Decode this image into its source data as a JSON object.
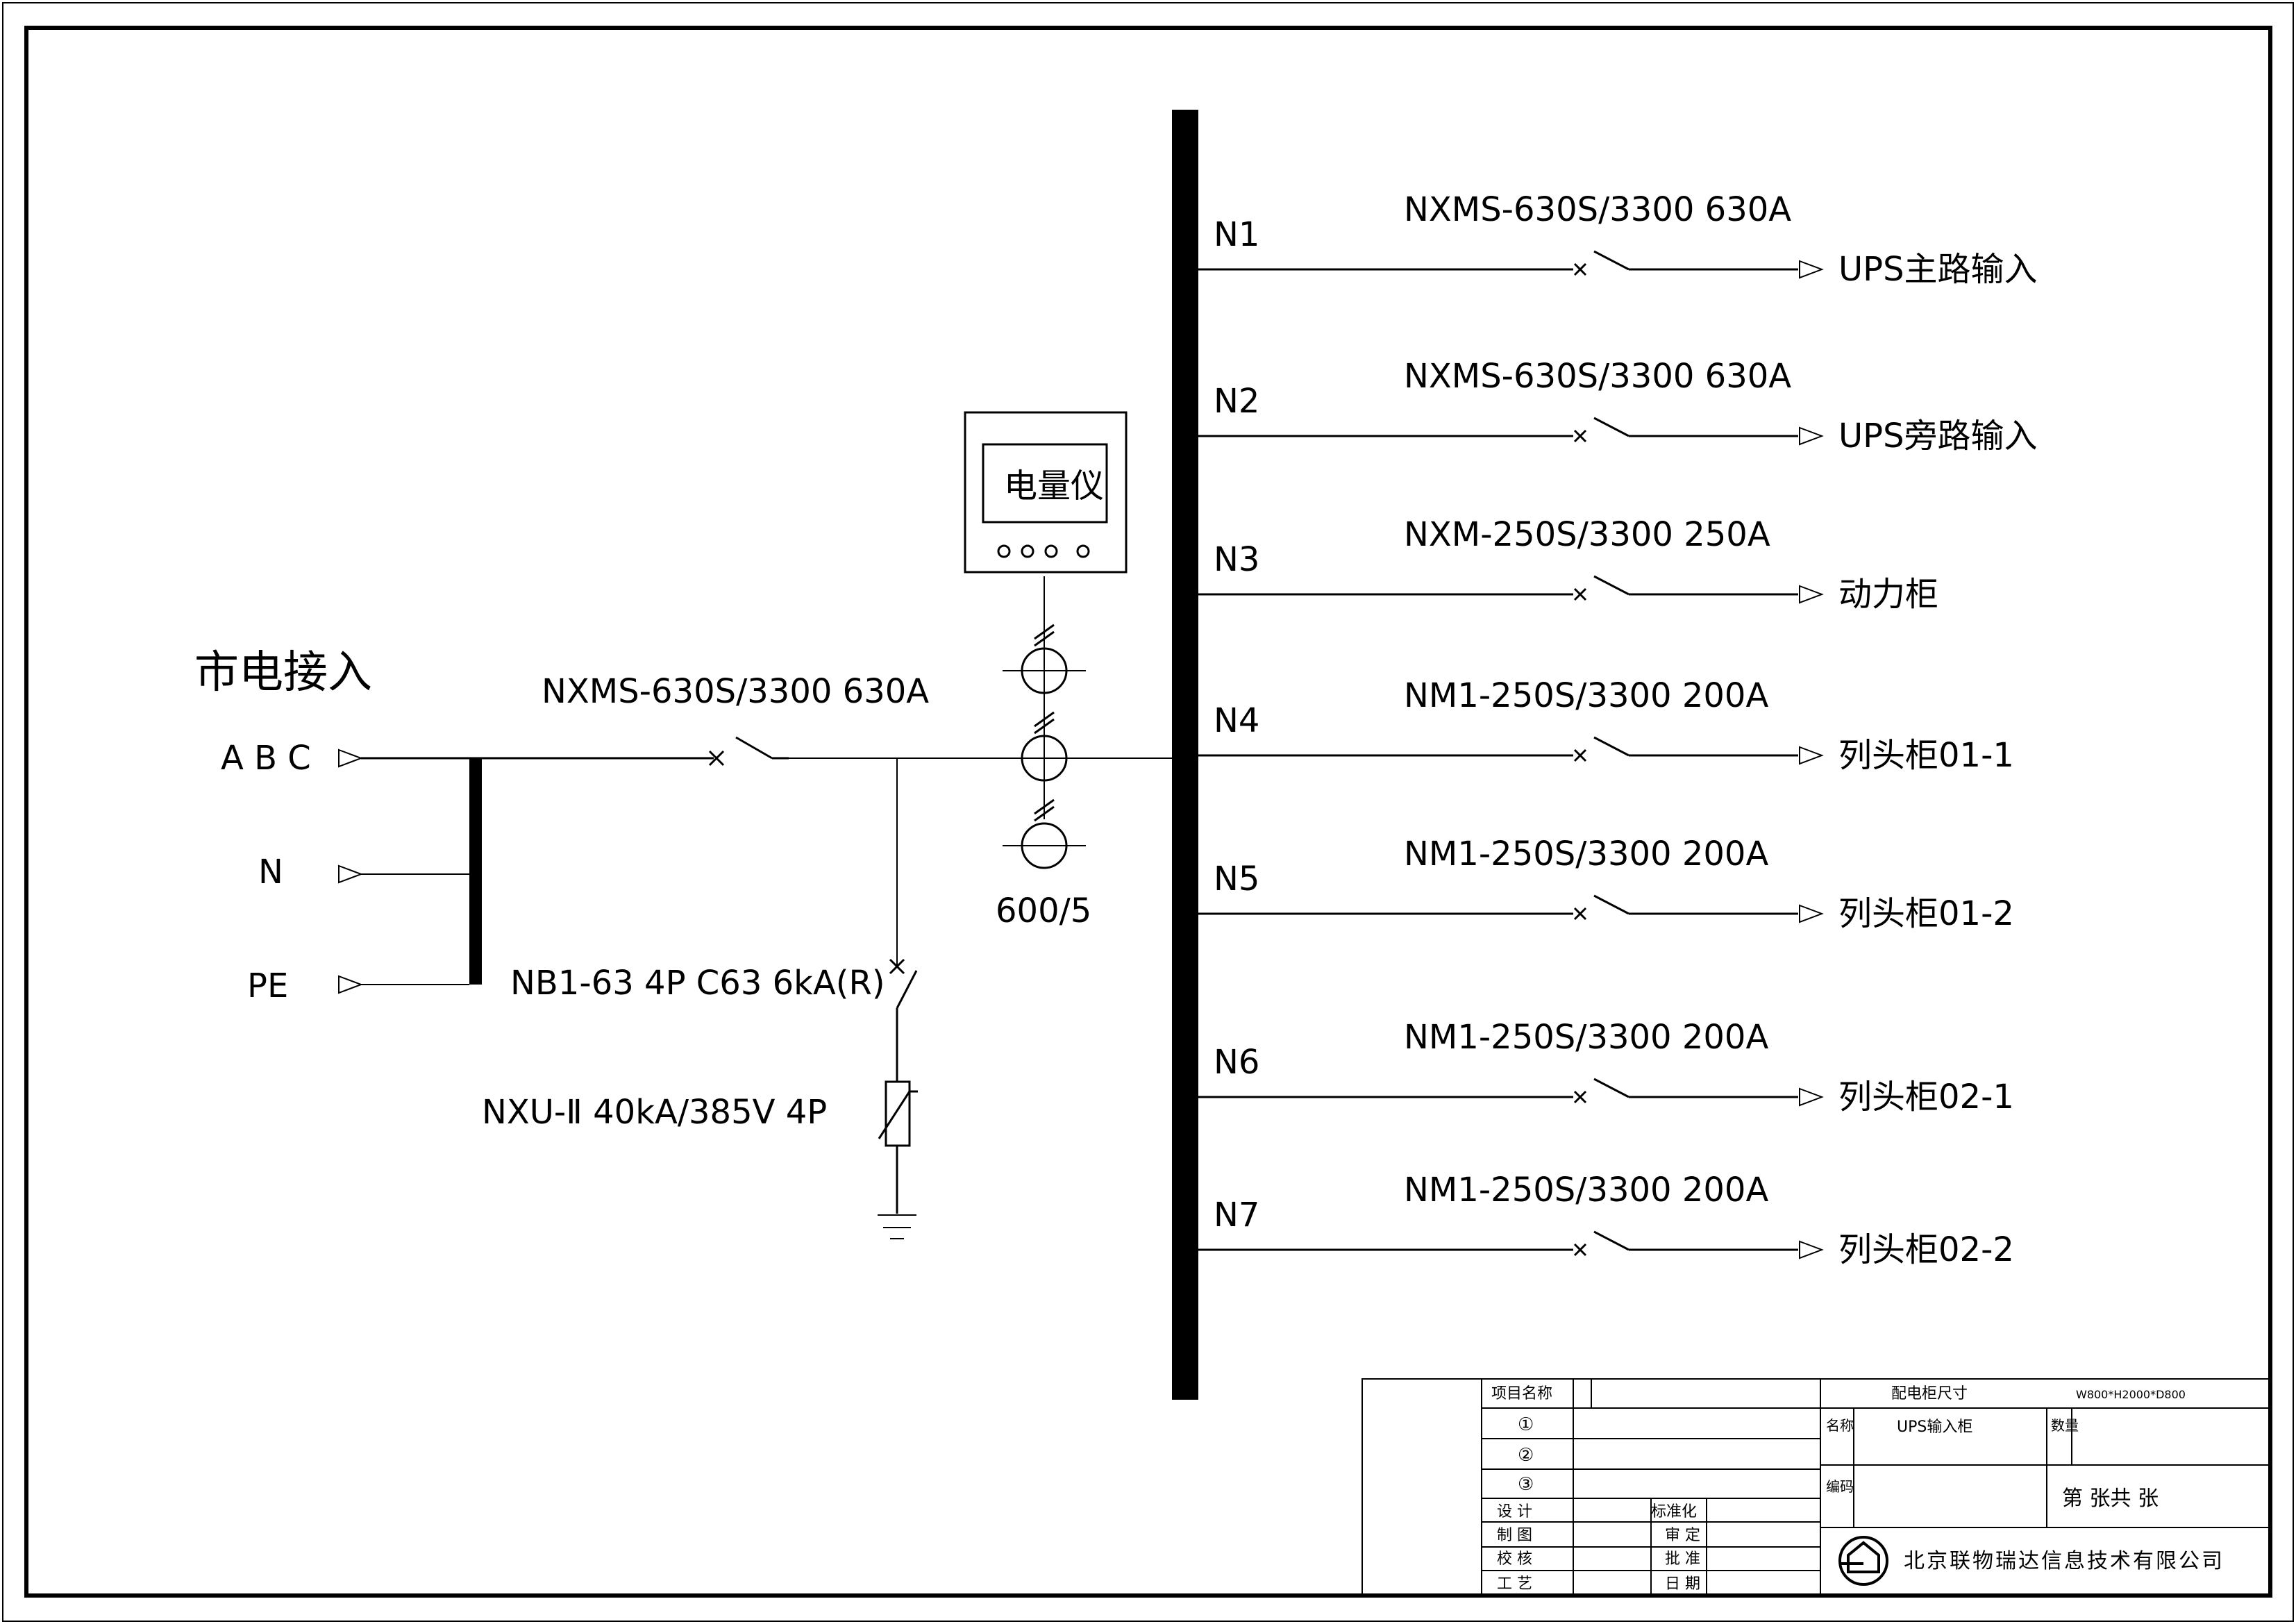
{
  "incoming": {
    "title": "市电接入",
    "phase_labels": {
      "abc": "A B C",
      "n": "N",
      "pe": "PE"
    },
    "main_breaker": "NXMS-630S/3300 630A",
    "spd_breaker": "NB1-63 4P C63 6kA(R)",
    "spd": "NXU-Ⅱ 40kA/385V 4P",
    "ct_ratio": "600/5",
    "meter_label": "电量仪"
  },
  "outgoing": [
    {
      "id": "N1",
      "breaker": "NXMS-630S/3300 630A",
      "dest": "UPS主路输入"
    },
    {
      "id": "N2",
      "breaker": "NXMS-630S/3300 630A",
      "dest": "UPS旁路输入"
    },
    {
      "id": "N3",
      "breaker": "NXM-250S/3300 250A",
      "dest": "动力柜"
    },
    {
      "id": "N4",
      "breaker": "NM1-250S/3300 200A",
      "dest": "列头柜01-1"
    },
    {
      "id": "N5",
      "breaker": "NM1-250S/3300 200A",
      "dest": "列头柜01-2"
    },
    {
      "id": "N6",
      "breaker": "NM1-250S/3300 200A",
      "dest": "列头柜02-1"
    },
    {
      "id": "N7",
      "breaker": "NM1-250S/3300 200A",
      "dest": "列头柜02-2"
    }
  ],
  "title_block": {
    "project_name_label": "项目名称",
    "cabinet_size_label": "配电柜尺寸",
    "cabinet_size_value": "W800*H2000*D800",
    "row1": "①",
    "row2": "②",
    "row3": "③",
    "name_label": "名称",
    "name_value": "UPS输入柜",
    "qty_label": "数量",
    "code_label": "编码",
    "sheet_text": "第 张共 张",
    "design": "设 计",
    "draw": "制 图",
    "check": "校 核",
    "process": "工 艺",
    "standard": "标准化",
    "review": "审 定",
    "approve": "批 准",
    "date": "日 期",
    "company": "北京联物瑞达信息技术有限公司"
  }
}
